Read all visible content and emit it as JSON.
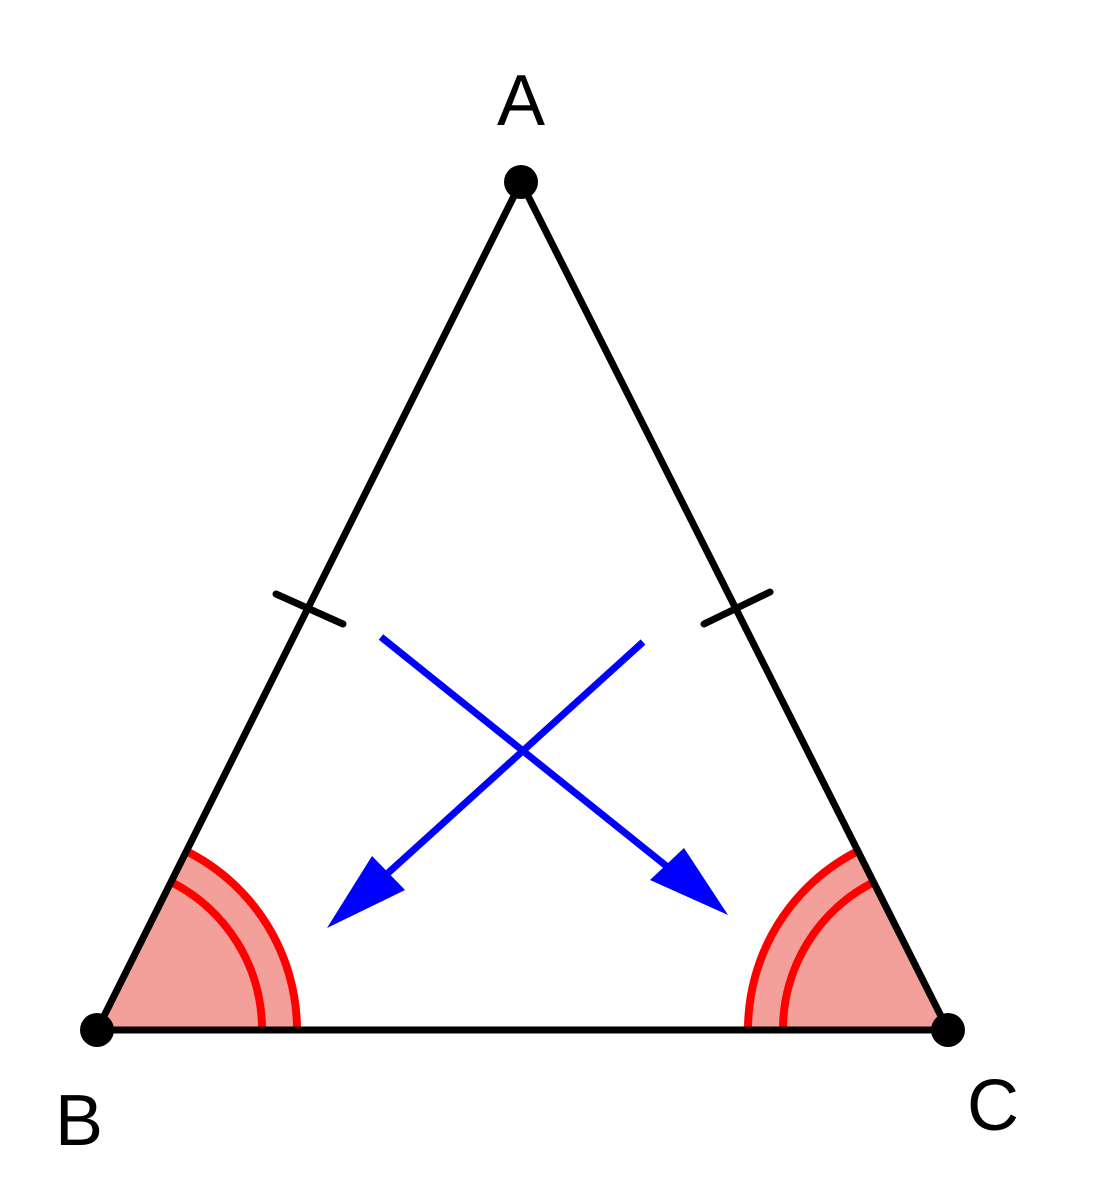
{
  "diagram": {
    "vertices": {
      "A": "A",
      "B": "B",
      "C": "C"
    },
    "colors": {
      "sides": "#000000",
      "angle_marks": "#ff0000",
      "angle_fill": "#f4a09a",
      "arrows": "#0000ff"
    },
    "icons": [
      "equal-length-tick-marks",
      "double-angle-arc-marks",
      "crossing-arrows"
    ]
  }
}
